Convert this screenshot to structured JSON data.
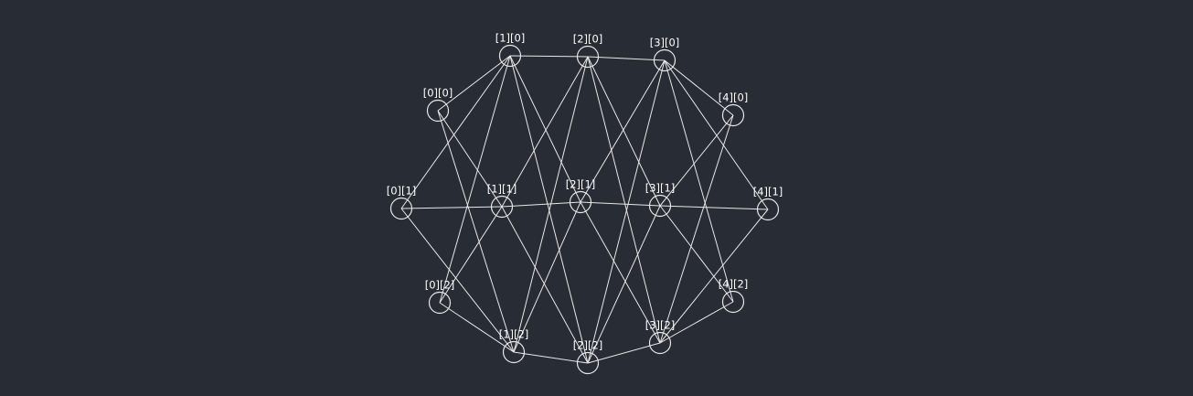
{
  "graph": {
    "nodes": [
      {
        "id": "[0][0]",
        "label": "[0][0]"
      },
      {
        "id": "[1][0]",
        "label": "[1][0]"
      },
      {
        "id": "[2][0]",
        "label": "[2][0]"
      },
      {
        "id": "[3][0]",
        "label": "[3][0]"
      },
      {
        "id": "[4][0]",
        "label": "[4][0]"
      },
      {
        "id": "[0][1]",
        "label": "[0][1]"
      },
      {
        "id": "[1][1]",
        "label": "[1][1]"
      },
      {
        "id": "[2][1]",
        "label": "[2][1]"
      },
      {
        "id": "[3][1]",
        "label": "[3][1]"
      },
      {
        "id": "[4][1]",
        "label": "[4][1]"
      },
      {
        "id": "[0][2]",
        "label": "[0][2]"
      },
      {
        "id": "[1][2]",
        "label": "[1][2]"
      },
      {
        "id": "[2][2]",
        "label": "[2][2]"
      },
      {
        "id": "[3][2]",
        "label": "[3][2]"
      },
      {
        "id": "[4][2]",
        "label": "[4][2]"
      }
    ],
    "edges": [
      [
        "[0][0]",
        "[1][0]"
      ],
      [
        "[0][0]",
        "[1][1]"
      ],
      [
        "[0][0]",
        "[1][2]"
      ],
      [
        "[0][1]",
        "[1][0]"
      ],
      [
        "[0][1]",
        "[1][1]"
      ],
      [
        "[0][1]",
        "[1][2]"
      ],
      [
        "[0][2]",
        "[1][0]"
      ],
      [
        "[0][2]",
        "[1][1]"
      ],
      [
        "[0][2]",
        "[1][2]"
      ],
      [
        "[1][0]",
        "[2][0]"
      ],
      [
        "[1][0]",
        "[2][1]"
      ],
      [
        "[1][0]",
        "[2][2]"
      ],
      [
        "[1][1]",
        "[2][0]"
      ],
      [
        "[1][1]",
        "[2][1]"
      ],
      [
        "[1][1]",
        "[2][2]"
      ],
      [
        "[1][2]",
        "[2][0]"
      ],
      [
        "[1][2]",
        "[2][1]"
      ],
      [
        "[1][2]",
        "[2][2]"
      ],
      [
        "[2][0]",
        "[3][0]"
      ],
      [
        "[2][0]",
        "[3][1]"
      ],
      [
        "[2][0]",
        "[3][2]"
      ],
      [
        "[2][1]",
        "[3][0]"
      ],
      [
        "[2][1]",
        "[3][1]"
      ],
      [
        "[2][1]",
        "[3][2]"
      ],
      [
        "[2][2]",
        "[3][0]"
      ],
      [
        "[2][2]",
        "[3][1]"
      ],
      [
        "[2][2]",
        "[3][2]"
      ],
      [
        "[3][0]",
        "[4][0]"
      ],
      [
        "[3][0]",
        "[4][1]"
      ],
      [
        "[3][0]",
        "[4][2]"
      ],
      [
        "[3][1]",
        "[4][0]"
      ],
      [
        "[3][1]",
        "[4][1]"
      ],
      [
        "[3][1]",
        "[4][2]"
      ],
      [
        "[3][2]",
        "[4][0]"
      ],
      [
        "[3][2]",
        "[4][1]"
      ],
      [
        "[3][2]",
        "[4][2]"
      ]
    ]
  },
  "colors": {
    "background": "#282c34",
    "stroke": "#e8e8e8",
    "text": "#ffffff"
  }
}
